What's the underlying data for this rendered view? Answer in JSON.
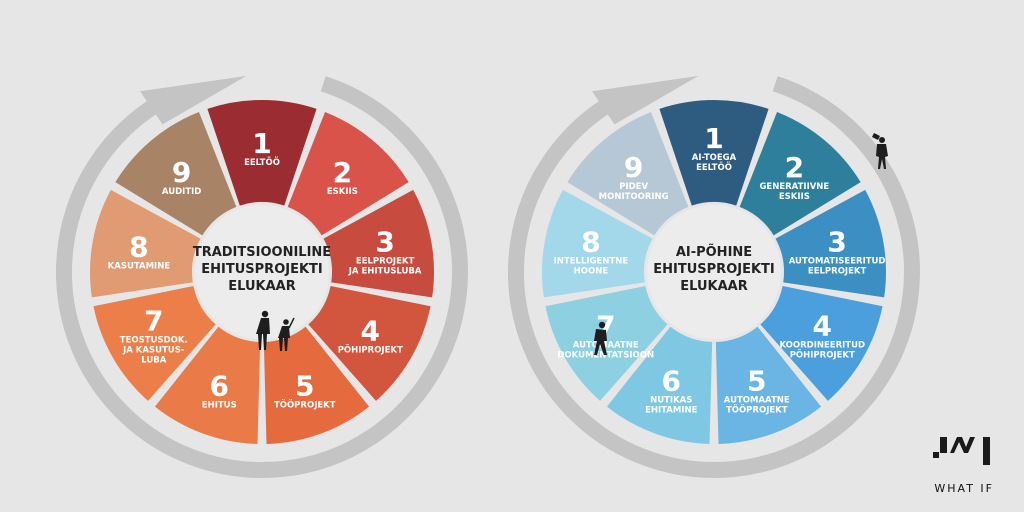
{
  "diagrams": [
    {
      "title_lines": [
        "TRADITSIOONILINE",
        "EHITUSPROJEKTI",
        "ELUKAAR"
      ],
      "segments": [
        {
          "number": "1",
          "label_lines": [
            "EELTÖÖ"
          ],
          "color": "#9b2c31"
        },
        {
          "number": "2",
          "label_lines": [
            "ESKIIS"
          ],
          "color": "#d9534a"
        },
        {
          "number": "3",
          "label_lines": [
            "EELPROJEKT",
            "JA EHITUSLUBA"
          ],
          "color": "#c74b3f"
        },
        {
          "number": "4",
          "label_lines": [
            "PÕHIPROJEKT"
          ],
          "color": "#d2553d"
        },
        {
          "number": "5",
          "label_lines": [
            "TÖÖPROJEKT"
          ],
          "color": "#e56a3e"
        },
        {
          "number": "6",
          "label_lines": [
            "EHITUS"
          ],
          "color": "#ea7a48"
        },
        {
          "number": "7",
          "label_lines": [
            "TEOSTUSDOK.",
            "JA KASUTUS-",
            "LUBA"
          ],
          "color": "#ec7e4a"
        },
        {
          "number": "8",
          "label_lines": [
            "KASUTAMINE"
          ],
          "color": "#e19b72"
        },
        {
          "number": "9",
          "label_lines": [
            "AUDITID"
          ],
          "color": "#a98366"
        }
      ]
    },
    {
      "title_lines": [
        "AI-PÕHINE",
        "EHITUSPROJEKTI",
        "ELUKAAR"
      ],
      "segments": [
        {
          "number": "1",
          "label_lines": [
            "AI-TOEGA",
            "EELTÖÖ"
          ],
          "color": "#2e5c80"
        },
        {
          "number": "2",
          "label_lines": [
            "GENERATIIVNE",
            "ESKIIS"
          ],
          "color": "#2e7f9c"
        },
        {
          "number": "3",
          "label_lines": [
            "AUTOMATISEERITUD",
            "EELPROJEKT"
          ],
          "color": "#3b8fc2"
        },
        {
          "number": "4",
          "label_lines": [
            "KOORDINEERITUD",
            "PÕHIPROJEKT"
          ],
          "color": "#4a9fdc"
        },
        {
          "number": "5",
          "label_lines": [
            "AUTOMAATNE",
            "TÖÖPROJEKT"
          ],
          "color": "#6ab5e3"
        },
        {
          "number": "6",
          "label_lines": [
            "NUTIKAS",
            "EHITAMINE"
          ],
          "color": "#7ec8e3"
        },
        {
          "number": "7",
          "label_lines": [
            "AUTOMAATNE",
            "DOKUMENTATSIOON"
          ],
          "color": "#8dd0e2"
        },
        {
          "number": "8",
          "label_lines": [
            "INTELLIGENTNE",
            "HOONE"
          ],
          "color": "#a3d7ea"
        },
        {
          "number": "9",
          "label_lines": [
            "PIDEV",
            "MONITOORING"
          ],
          "color": "#b6c8d6"
        }
      ]
    }
  ],
  "arrow_color": "#c4c4c4",
  "brand": {
    "name": "WHAT IF",
    "logo_icon": "wi-logo-icon"
  }
}
